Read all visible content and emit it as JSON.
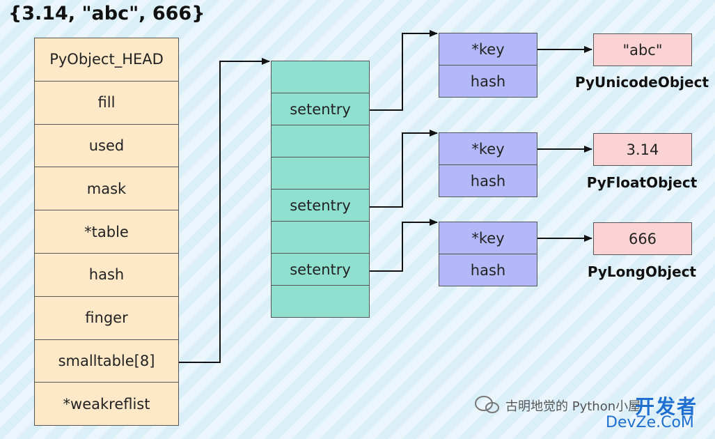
{
  "title": "{3.14, \"abc\", 666}",
  "setobject_fields": [
    "PyObject_HEAD",
    "fill",
    "used",
    "mask",
    "*table",
    "hash",
    "finger",
    "smalltable[8]",
    "*weakreflist"
  ],
  "entries": [
    "",
    "setentry",
    "",
    "",
    "setentry",
    "",
    "setentry",
    ""
  ],
  "key_fields": [
    "*key",
    "hash"
  ],
  "objects": [
    {
      "value": "\"abc\"",
      "type": "PyUnicodeObject"
    },
    {
      "value": "3.14",
      "type": "PyFloatObject"
    },
    {
      "value": "666",
      "type": "PyLongObject"
    }
  ],
  "watermark": {
    "text": "古明地觉的 Python小屋",
    "brand": "开发者",
    "site": "DevZe.CoM"
  },
  "colors": {
    "struct": "#fde8c8",
    "entry": "#8fe0cf",
    "key": "#b3b9f8",
    "object": "#fcd3d4",
    "line": "#111111"
  }
}
